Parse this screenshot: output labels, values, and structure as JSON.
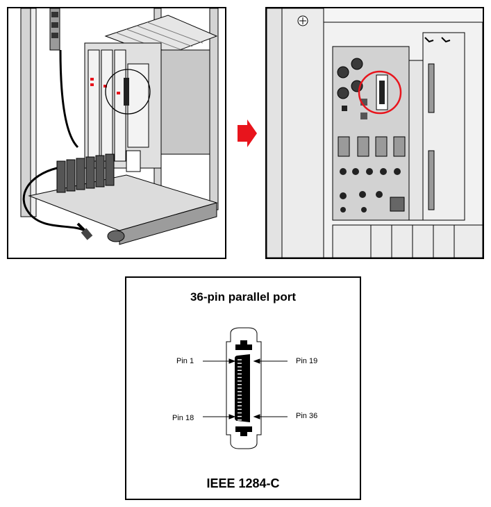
{
  "colors": {
    "highlight": "#e8141c",
    "line": "#000000",
    "metal": "#d9d9d9",
    "dark": "#4a4a4a"
  },
  "port_diagram": {
    "title": "36-pin parallel port",
    "caption": "IEEE 1284-C",
    "pins": {
      "pin1": "Pin 1",
      "pin18": "Pin 18",
      "pin19": "Pin 19",
      "pin36": "Pin 36"
    }
  }
}
